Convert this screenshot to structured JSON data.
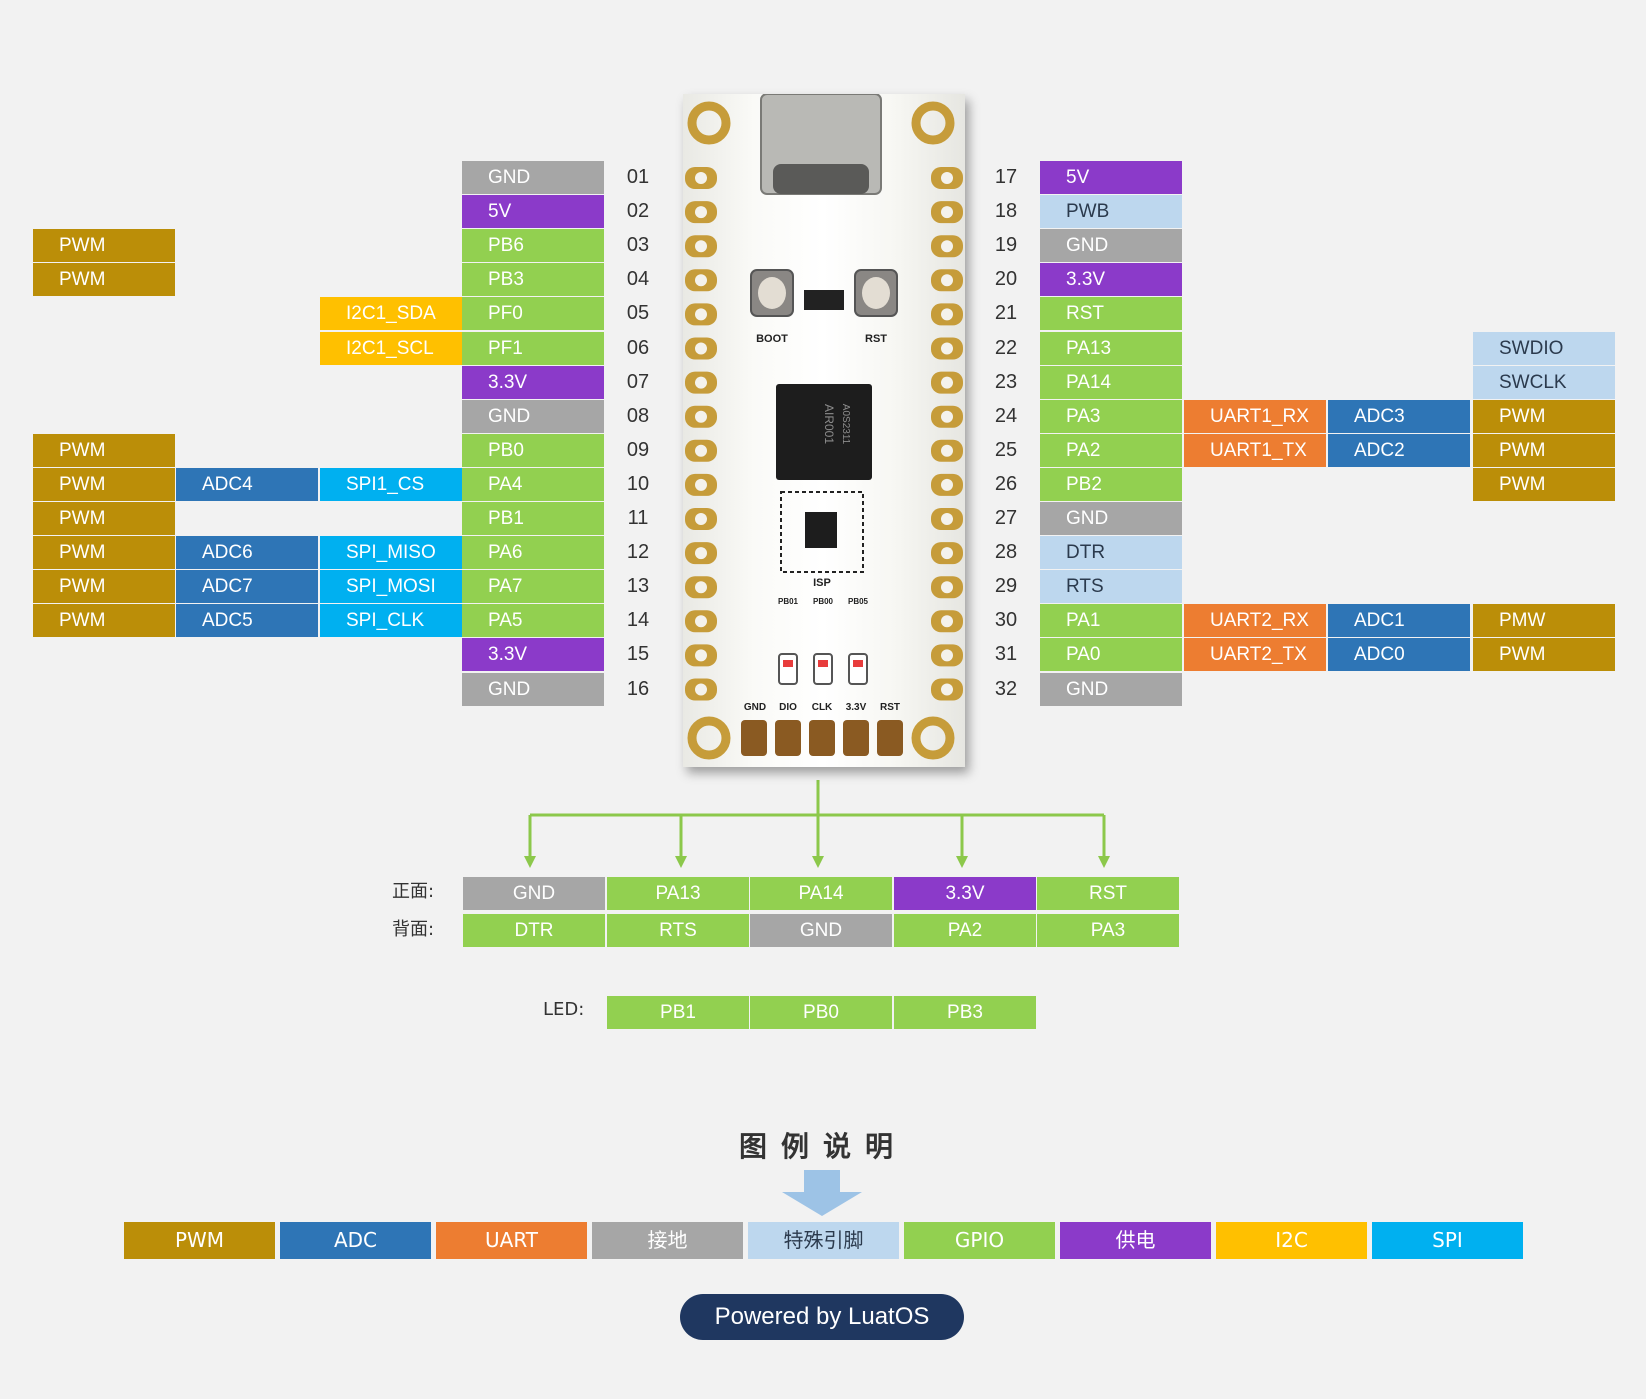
{
  "colors": {
    "PWM": "#bb8e08",
    "ADC": "#2e75b6",
    "UART": "#ed7d31",
    "GND": "#a6a6a6",
    "SPECIAL": "#bdd7ee",
    "GPIO": "#92d050",
    "POWER": "#8b3ac9",
    "I2C": "#ffc000",
    "SPI": "#00b0f0"
  },
  "left_pins": [
    {
      "num": "01",
      "cells": [
        {
          "text": "GND",
          "type": "GND"
        }
      ]
    },
    {
      "num": "02",
      "cells": [
        {
          "text": "5V",
          "type": "POWER"
        }
      ]
    },
    {
      "num": "03",
      "cells": [
        {
          "text": "PB6",
          "type": "GPIO"
        },
        {
          "text": "",
          "type": ""
        },
        {
          "text": "",
          "type": ""
        },
        {
          "text": "PWM",
          "type": "PWM"
        }
      ]
    },
    {
      "num": "04",
      "cells": [
        {
          "text": "PB3",
          "type": "GPIO"
        },
        {
          "text": "",
          "type": ""
        },
        {
          "text": "",
          "type": ""
        },
        {
          "text": "PWM",
          "type": "PWM"
        }
      ]
    },
    {
      "num": "05",
      "cells": [
        {
          "text": "PF0",
          "type": "GPIO"
        },
        {
          "text": "I2C1_SDA",
          "type": "I2C"
        }
      ]
    },
    {
      "num": "06",
      "cells": [
        {
          "text": "PF1",
          "type": "GPIO"
        },
        {
          "text": "I2C1_SCL",
          "type": "I2C"
        }
      ]
    },
    {
      "num": "07",
      "cells": [
        {
          "text": "3.3V",
          "type": "POWER"
        }
      ]
    },
    {
      "num": "08",
      "cells": [
        {
          "text": "GND",
          "type": "GND"
        }
      ]
    },
    {
      "num": "09",
      "cells": [
        {
          "text": "PB0",
          "type": "GPIO"
        },
        {
          "text": "",
          "type": ""
        },
        {
          "text": "",
          "type": ""
        },
        {
          "text": "PWM",
          "type": "PWM"
        }
      ]
    },
    {
      "num": "10",
      "cells": [
        {
          "text": "PA4",
          "type": "GPIO"
        },
        {
          "text": "SPI1_CS",
          "type": "SPI"
        },
        {
          "text": "ADC4",
          "type": "ADC"
        },
        {
          "text": "PWM",
          "type": "PWM"
        }
      ]
    },
    {
      "num": "11",
      "cells": [
        {
          "text": "PB1",
          "type": "GPIO"
        },
        {
          "text": "",
          "type": ""
        },
        {
          "text": "",
          "type": ""
        },
        {
          "text": "PWM",
          "type": "PWM"
        }
      ]
    },
    {
      "num": "12",
      "cells": [
        {
          "text": "PA6",
          "type": "GPIO"
        },
        {
          "text": "SPI_MISO",
          "type": "SPI"
        },
        {
          "text": "ADC6",
          "type": "ADC"
        },
        {
          "text": "PWM",
          "type": "PWM"
        }
      ]
    },
    {
      "num": "13",
      "cells": [
        {
          "text": "PA7",
          "type": "GPIO"
        },
        {
          "text": "SPI_MOSI",
          "type": "SPI"
        },
        {
          "text": "ADC7",
          "type": "ADC"
        },
        {
          "text": "PWM",
          "type": "PWM"
        }
      ]
    },
    {
      "num": "14",
      "cells": [
        {
          "text": "PA5",
          "type": "GPIO"
        },
        {
          "text": "SPI_CLK",
          "type": "SPI"
        },
        {
          "text": "ADC5",
          "type": "ADC"
        },
        {
          "text": "PWM",
          "type": "PWM"
        }
      ]
    },
    {
      "num": "15",
      "cells": [
        {
          "text": "3.3V",
          "type": "POWER"
        }
      ]
    },
    {
      "num": "16",
      "cells": [
        {
          "text": "GND",
          "type": "GND"
        }
      ]
    }
  ],
  "right_pins": [
    {
      "num": "17",
      "cells": [
        {
          "text": "5V",
          "type": "POWER"
        }
      ]
    },
    {
      "num": "18",
      "cells": [
        {
          "text": "PWB",
          "type": "SPECIAL"
        }
      ]
    },
    {
      "num": "19",
      "cells": [
        {
          "text": "GND",
          "type": "GND"
        }
      ]
    },
    {
      "num": "20",
      "cells": [
        {
          "text": "3.3V",
          "type": "POWER"
        }
      ]
    },
    {
      "num": "21",
      "cells": [
        {
          "text": "RST",
          "type": "GPIO"
        }
      ]
    },
    {
      "num": "22",
      "cells": [
        {
          "text": "PA13",
          "type": "GPIO"
        },
        {
          "text": "",
          "type": ""
        },
        {
          "text": "",
          "type": ""
        },
        {
          "text": "SWDIO",
          "type": "SPECIAL"
        }
      ]
    },
    {
      "num": "23",
      "cells": [
        {
          "text": "PA14",
          "type": "GPIO"
        },
        {
          "text": "",
          "type": ""
        },
        {
          "text": "",
          "type": ""
        },
        {
          "text": "SWCLK",
          "type": "SPECIAL"
        }
      ]
    },
    {
      "num": "24",
      "cells": [
        {
          "text": "PA3",
          "type": "GPIO"
        },
        {
          "text": "UART1_RX",
          "type": "UART"
        },
        {
          "text": "ADC3",
          "type": "ADC"
        },
        {
          "text": "PWM",
          "type": "PWM"
        }
      ]
    },
    {
      "num": "25",
      "cells": [
        {
          "text": "PA2",
          "type": "GPIO"
        },
        {
          "text": "UART1_TX",
          "type": "UART"
        },
        {
          "text": "ADC2",
          "type": "ADC"
        },
        {
          "text": "PWM",
          "type": "PWM"
        }
      ]
    },
    {
      "num": "26",
      "cells": [
        {
          "text": "PB2",
          "type": "GPIO"
        },
        {
          "text": "",
          "type": ""
        },
        {
          "text": "",
          "type": ""
        },
        {
          "text": "PWM",
          "type": "PWM"
        }
      ]
    },
    {
      "num": "27",
      "cells": [
        {
          "text": "GND",
          "type": "GND"
        }
      ]
    },
    {
      "num": "28",
      "cells": [
        {
          "text": "DTR",
          "type": "SPECIAL"
        }
      ]
    },
    {
      "num": "29",
      "cells": [
        {
          "text": "RTS",
          "type": "SPECIAL"
        }
      ]
    },
    {
      "num": "30",
      "cells": [
        {
          "text": "PA1",
          "type": "GPIO"
        },
        {
          "text": "UART2_RX",
          "type": "UART"
        },
        {
          "text": "ADC1",
          "type": "ADC"
        },
        {
          "text": "PMW",
          "type": "PWM"
        }
      ]
    },
    {
      "num": "31",
      "cells": [
        {
          "text": "PA0",
          "type": "GPIO"
        },
        {
          "text": "UART2_TX",
          "type": "UART"
        },
        {
          "text": "ADC0",
          "type": "ADC"
        },
        {
          "text": "PWM",
          "type": "PWM"
        }
      ]
    },
    {
      "num": "32",
      "cells": [
        {
          "text": "GND",
          "type": "GND"
        }
      ]
    }
  ],
  "bottom_header": {
    "front_label": "正面:",
    "back_label": "背面:",
    "front": [
      {
        "text": "GND",
        "type": "GND"
      },
      {
        "text": "PA13",
        "type": "GPIO"
      },
      {
        "text": "PA14",
        "type": "GPIO"
      },
      {
        "text": "3.3V",
        "type": "POWER"
      },
      {
        "text": "RST",
        "type": "GPIO"
      }
    ],
    "back": [
      {
        "text": "DTR",
        "type": "GPIO"
      },
      {
        "text": "RTS",
        "type": "GPIO"
      },
      {
        "text": "GND",
        "type": "GND"
      },
      {
        "text": "PA2",
        "type": "GPIO"
      },
      {
        "text": "PA3",
        "type": "GPIO"
      }
    ]
  },
  "led": {
    "label": "LED:",
    "pins": [
      {
        "text": "PB1",
        "type": "GPIO"
      },
      {
        "text": "PB0",
        "type": "GPIO"
      },
      {
        "text": "PB3",
        "type": "GPIO"
      }
    ]
  },
  "board_silkscreen": {
    "boot": "BOOT",
    "rst": "RST",
    "isp": "ISP",
    "chip_line1": "AIR001",
    "chip_line2": "A0S2311",
    "led_labels": [
      "PB01",
      "PB00",
      "PB05"
    ],
    "header_labels": [
      "GND",
      "DIO",
      "CLK",
      "3.3V",
      "RST"
    ]
  },
  "legend": {
    "title": "图例说明",
    "items": [
      {
        "text": "PWM",
        "type": "PWM"
      },
      {
        "text": "ADC",
        "type": "ADC"
      },
      {
        "text": "UART",
        "type": "UART"
      },
      {
        "text": "接地",
        "type": "GND"
      },
      {
        "text": "特殊引脚",
        "type": "SPECIAL"
      },
      {
        "text": "GPIO",
        "type": "GPIO"
      },
      {
        "text": "供电",
        "type": "POWER"
      },
      {
        "text": "I2C",
        "type": "I2C"
      },
      {
        "text": "SPI",
        "type": "SPI"
      }
    ]
  },
  "footer": {
    "powered": "Powered by LuatOS"
  }
}
